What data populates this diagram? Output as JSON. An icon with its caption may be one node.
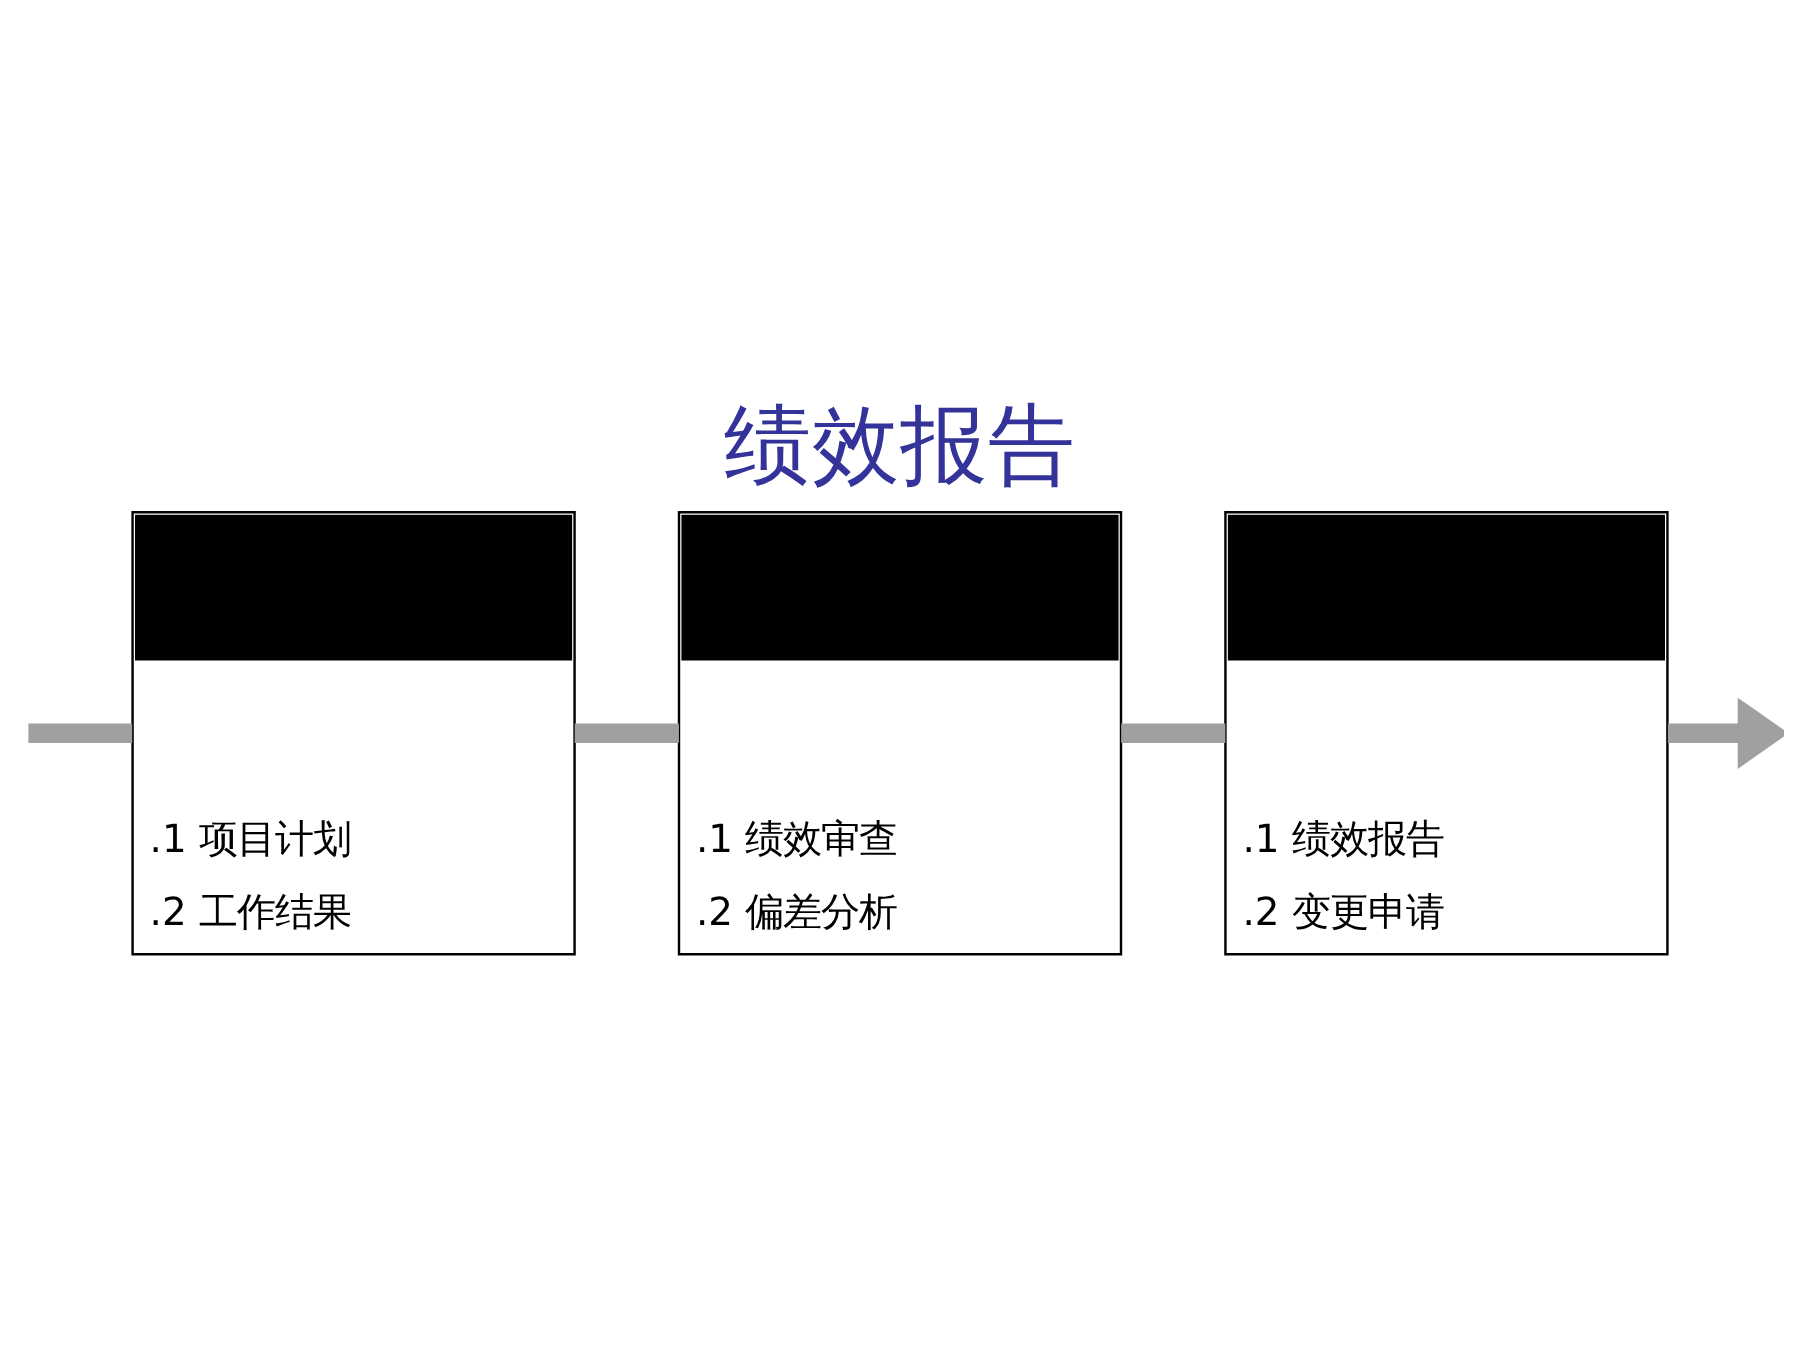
{
  "diagram": {
    "title": "绩效报告",
    "nodes": [
      {
        "text": [
          ".1 项目计划",
          ".2 工作结果"
        ]
      },
      {
        "text": [
          ".1 绩效审查",
          ".2 偏差分析"
        ]
      },
      {
        "text": [
          ".1 绩效报告",
          ".2 变更申请"
        ]
      }
    ],
    "edges": [
      {
        "from": null,
        "to": 0,
        "arrow": "none"
      },
      {
        "from": 0,
        "to": 1,
        "arrow": "none"
      },
      {
        "from": 1,
        "to": 2,
        "arrow": "none"
      },
      {
        "from": 2,
        "to": null,
        "arrow": "to"
      }
    ]
  }
}
